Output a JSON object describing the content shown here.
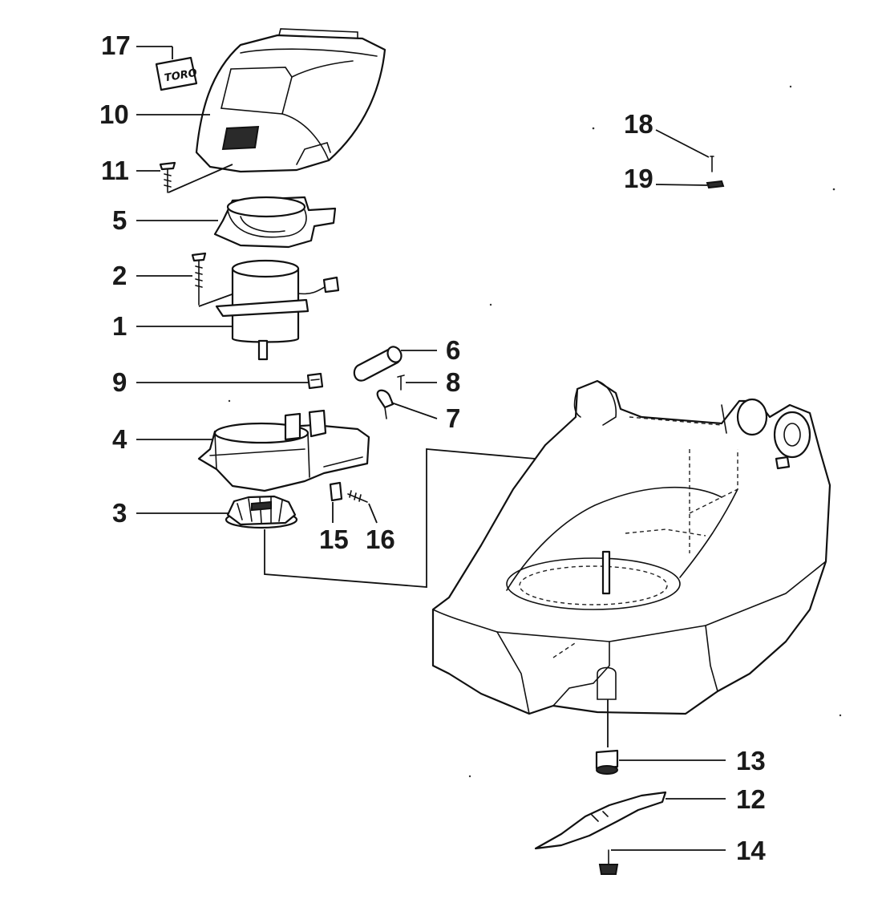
{
  "callouts": {
    "c1": "1",
    "c2": "2",
    "c3": "3",
    "c4": "4",
    "c5": "5",
    "c6": "6",
    "c7": "7",
    "c8": "8",
    "c9": "9",
    "c10": "10",
    "c11": "11",
    "c12": "12",
    "c13": "13",
    "c14": "14",
    "c15": "15",
    "c16": "16",
    "c17": "17",
    "c18": "18",
    "c19": "19"
  },
  "logo_text": "TORO",
  "colors": {
    "ink": "#111111",
    "paper": "#ffffff"
  }
}
